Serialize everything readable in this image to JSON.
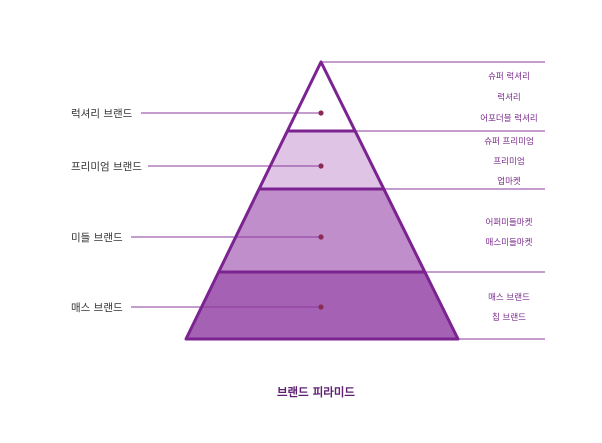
{
  "colors": {
    "outline": "#7b2391",
    "tier_luxury": "#ffffff",
    "tier_premium": "#dfc4e5",
    "tier_middle": "#c08fcb",
    "tier_mass": "#a562b4",
    "line": "#8a3a9c",
    "dot": "#8a2a55"
  },
  "tiers": [
    {
      "name": "럭셔리 브랜드",
      "sub": [
        "슈퍼 럭셔리",
        "럭셔리",
        "어포더블 럭셔리"
      ]
    },
    {
      "name": "프리미엄 브랜드",
      "sub": [
        "슈퍼 프리미엄",
        "프리미엄",
        "업마켓"
      ]
    },
    {
      "name": "미들 브랜드",
      "sub": [
        "어퍼미들마켓",
        "매스미들마켓"
      ]
    },
    {
      "name": "매스 브랜드",
      "sub": [
        "매스 브랜드",
        "칩 브랜드"
      ]
    }
  ],
  "title": "브랜드 피라미드"
}
